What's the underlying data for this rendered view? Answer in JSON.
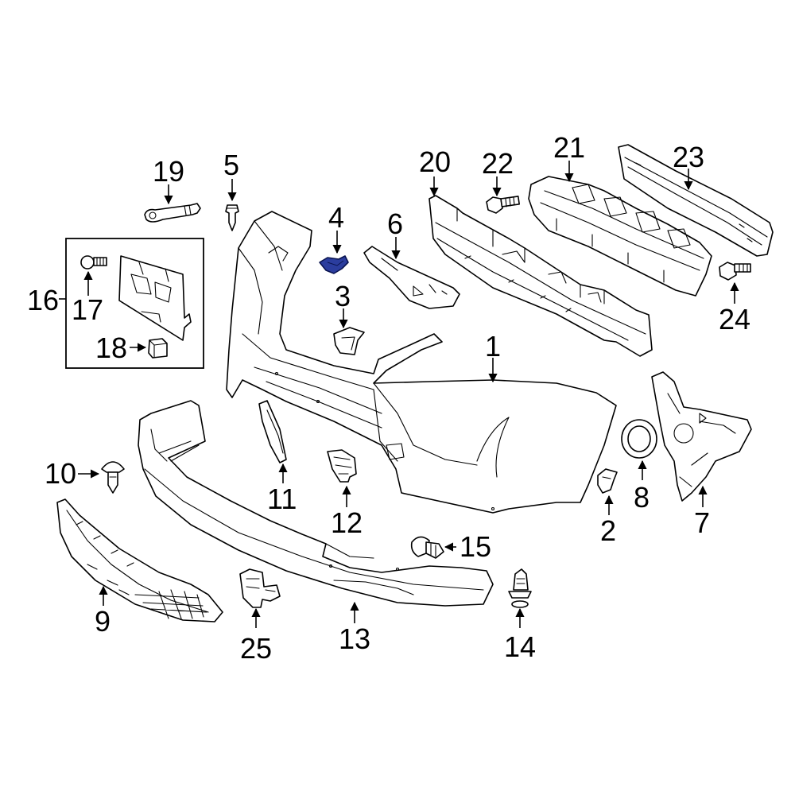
{
  "diagram": {
    "callouts": {
      "c1": "1",
      "c2": "2",
      "c3": "3",
      "c4": "4",
      "c5": "5",
      "c6": "6",
      "c7": "7",
      "c8": "8",
      "c9": "9",
      "c10": "10",
      "c11": "11",
      "c12": "12",
      "c13": "13",
      "c14": "14",
      "c15": "15",
      "c16": "16",
      "c17": "17",
      "c18": "18",
      "c19": "19",
      "c20": "20",
      "c21": "21",
      "c22": "22",
      "c23": "23",
      "c24": "24",
      "c25": "25"
    },
    "highlighted_part": "4",
    "colors": {
      "highlight": "#2b3d9e",
      "line": "#000000",
      "background": "#ffffff"
    }
  }
}
